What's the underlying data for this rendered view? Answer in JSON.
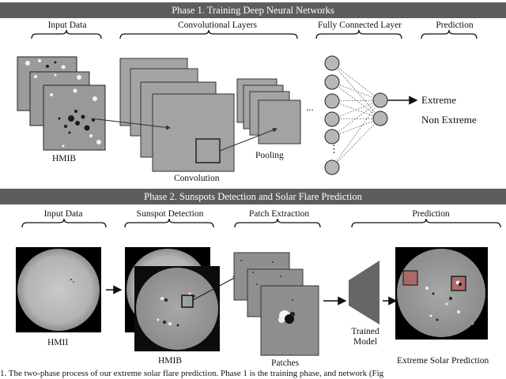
{
  "phase1": {
    "title": "Phase 1. Training Deep Neural Networks",
    "headers": {
      "input": "Input Data",
      "conv": "Convolutional Layers",
      "fc": "Fully Connected Layer",
      "prediction": "Prediction"
    },
    "labels": {
      "hmib": "HMIB",
      "convolution": "Convolution",
      "pooling": "Pooling",
      "ellipsis": "...",
      "vdots": "⋮"
    },
    "outputs": {
      "extreme": "Extreme",
      "non_extreme": "Non Extreme"
    }
  },
  "phase2": {
    "title": "Phase 2. Sunspots Detection and Solar Flare Prediction",
    "headers": {
      "input": "Input Data",
      "sunspot": "Sunspot Detection",
      "patch": "Patch Extraction",
      "prediction": "Prediction"
    },
    "labels": {
      "hmii": "HMII",
      "hmib": "HMIB",
      "patches": "Patches",
      "trained_model_line1": "Trained",
      "trained_model_line2": "Model",
      "extreme_prediction": "Extreme Solar Prediction"
    }
  },
  "caption": "1. The two-phase process of our extreme solar flare prediction. Phase 1 is the training phase, and network (Fig"
}
